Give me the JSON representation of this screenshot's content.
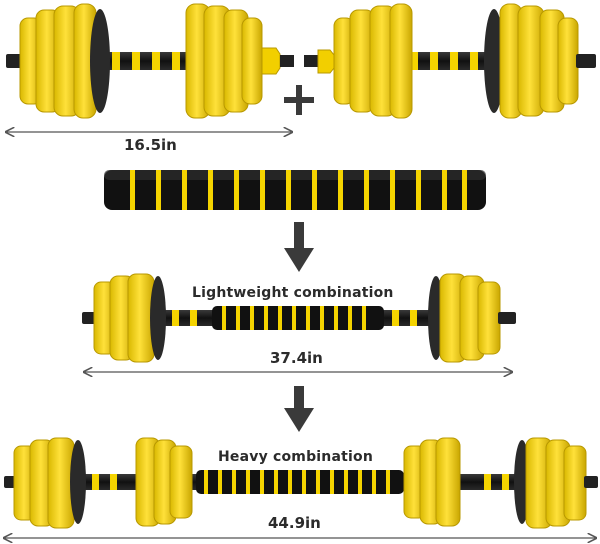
{
  "labels": {
    "dumbbell_length": "16.5in",
    "light_combo_title": "Lightweight combination",
    "light_combo_length": "37.4in",
    "heavy_combo_title": "Heavy combination",
    "heavy_combo_length": "44.9in",
    "plus_sign": "+"
  },
  "colors": {
    "plate_yellow": "#f5d400",
    "plate_shadow": "#c9a800",
    "plate_highlight": "#ffe74a",
    "handle_black": "#1a1a1a",
    "dimension_line": "#555555",
    "arrow_dark": "#3a3a3a"
  },
  "icons": [
    "plus-icon",
    "down-arrow-icon"
  ]
}
